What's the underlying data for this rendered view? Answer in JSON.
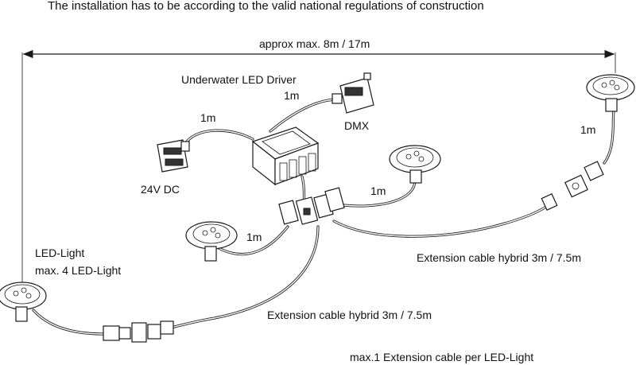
{
  "header_note": "The installation has to be according to the valid national regulations of construction",
  "dimension_label": "approx  max. 8m / 17m",
  "driver_label": "Underwater LED Driver",
  "dmx_label": "DMX",
  "power_label": "24V DC",
  "len_driver_dmx": "1m",
  "len_driver_power": "1m",
  "len_light_center": "1m",
  "len_light_left": "1m",
  "len_light_right": "1m",
  "led_light_label": "LED-Light",
  "led_light_max": "max. 4 LED-Light",
  "ext_cable_right": "Extension cable hybrid 3m / 7.5m",
  "ext_cable_left": "Extension cable hybrid 3m / 7.5m",
  "ext_note": "max.1 Extension cable per LED-Light"
}
